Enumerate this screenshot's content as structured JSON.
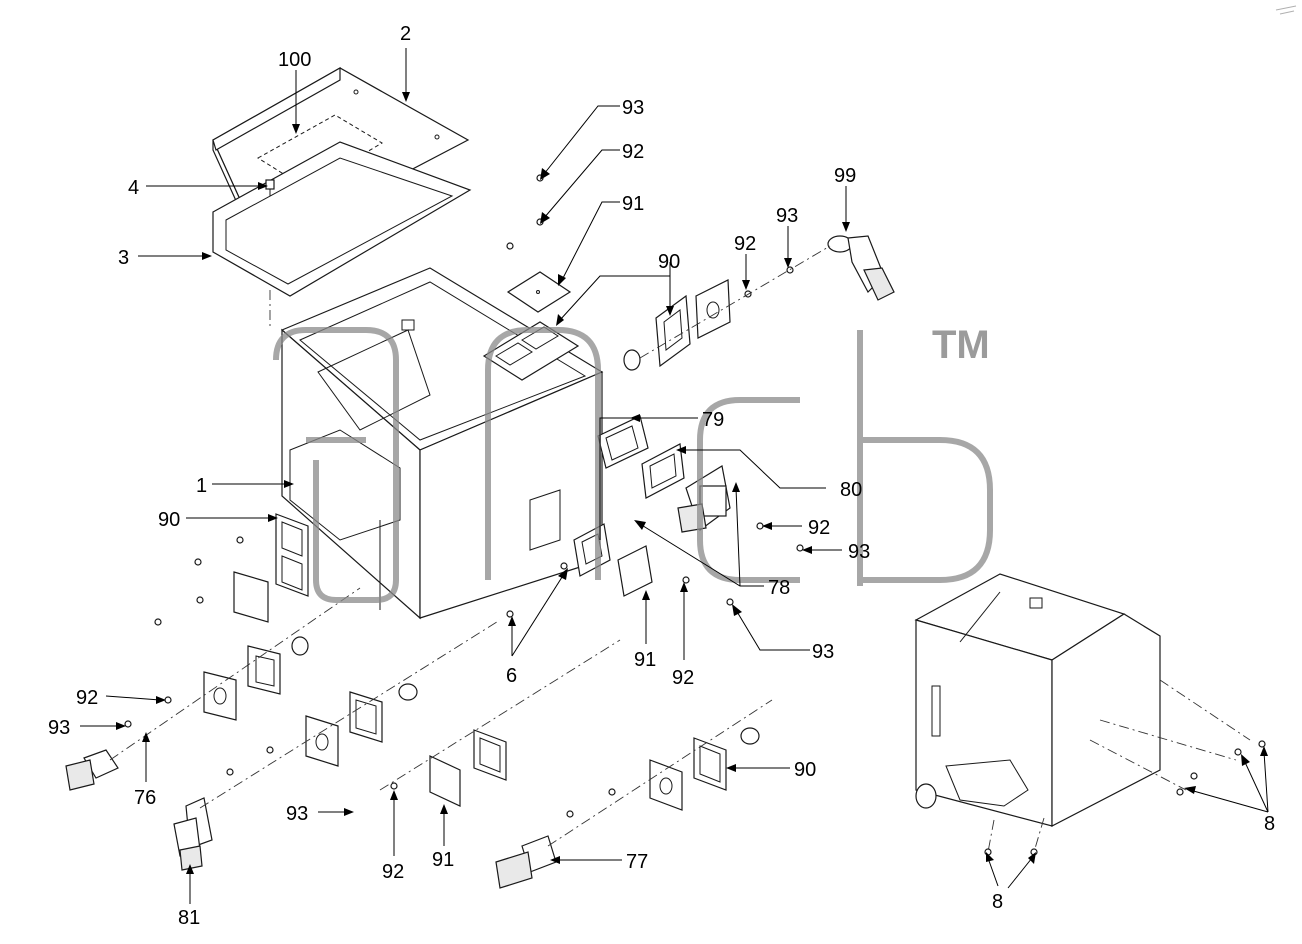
{
  "callouts": [
    {
      "id": "c1",
      "text": "1"
    },
    {
      "id": "c2",
      "text": "2"
    },
    {
      "id": "c3",
      "text": "3"
    },
    {
      "id": "c4",
      "text": "4"
    },
    {
      "id": "c100",
      "text": "100"
    },
    {
      "id": "c93a",
      "text": "93"
    },
    {
      "id": "c92a",
      "text": "92"
    },
    {
      "id": "c91a",
      "text": "91"
    },
    {
      "id": "c90a",
      "text": "90"
    },
    {
      "id": "c92b",
      "text": "92"
    },
    {
      "id": "c93b",
      "text": "93"
    },
    {
      "id": "c99",
      "text": "99"
    },
    {
      "id": "c79",
      "text": "79"
    },
    {
      "id": "c80",
      "text": "80"
    },
    {
      "id": "c92c",
      "text": "92"
    },
    {
      "id": "c93c",
      "text": "93"
    },
    {
      "id": "c78",
      "text": "78"
    },
    {
      "id": "c90b",
      "text": "90"
    },
    {
      "id": "c6",
      "text": "6"
    },
    {
      "id": "c91b",
      "text": "91"
    },
    {
      "id": "c92d",
      "text": "92"
    },
    {
      "id": "c93d",
      "text": "93"
    },
    {
      "id": "c92e",
      "text": "92"
    },
    {
      "id": "c93e",
      "text": "93"
    },
    {
      "id": "c76",
      "text": "76"
    },
    {
      "id": "c90c",
      "text": "90"
    },
    {
      "id": "c93f",
      "text": "93"
    },
    {
      "id": "c92f",
      "text": "92"
    },
    {
      "id": "c91c",
      "text": "91"
    },
    {
      "id": "c77",
      "text": "77"
    },
    {
      "id": "c81",
      "text": "81"
    },
    {
      "id": "c8a",
      "text": "8"
    },
    {
      "id": "c8b",
      "text": "8"
    }
  ],
  "watermark": {
    "text": "TM",
    "color": "#8a8a8a"
  },
  "colors": {
    "line": "#1a1a1a",
    "background": "#ffffff"
  }
}
